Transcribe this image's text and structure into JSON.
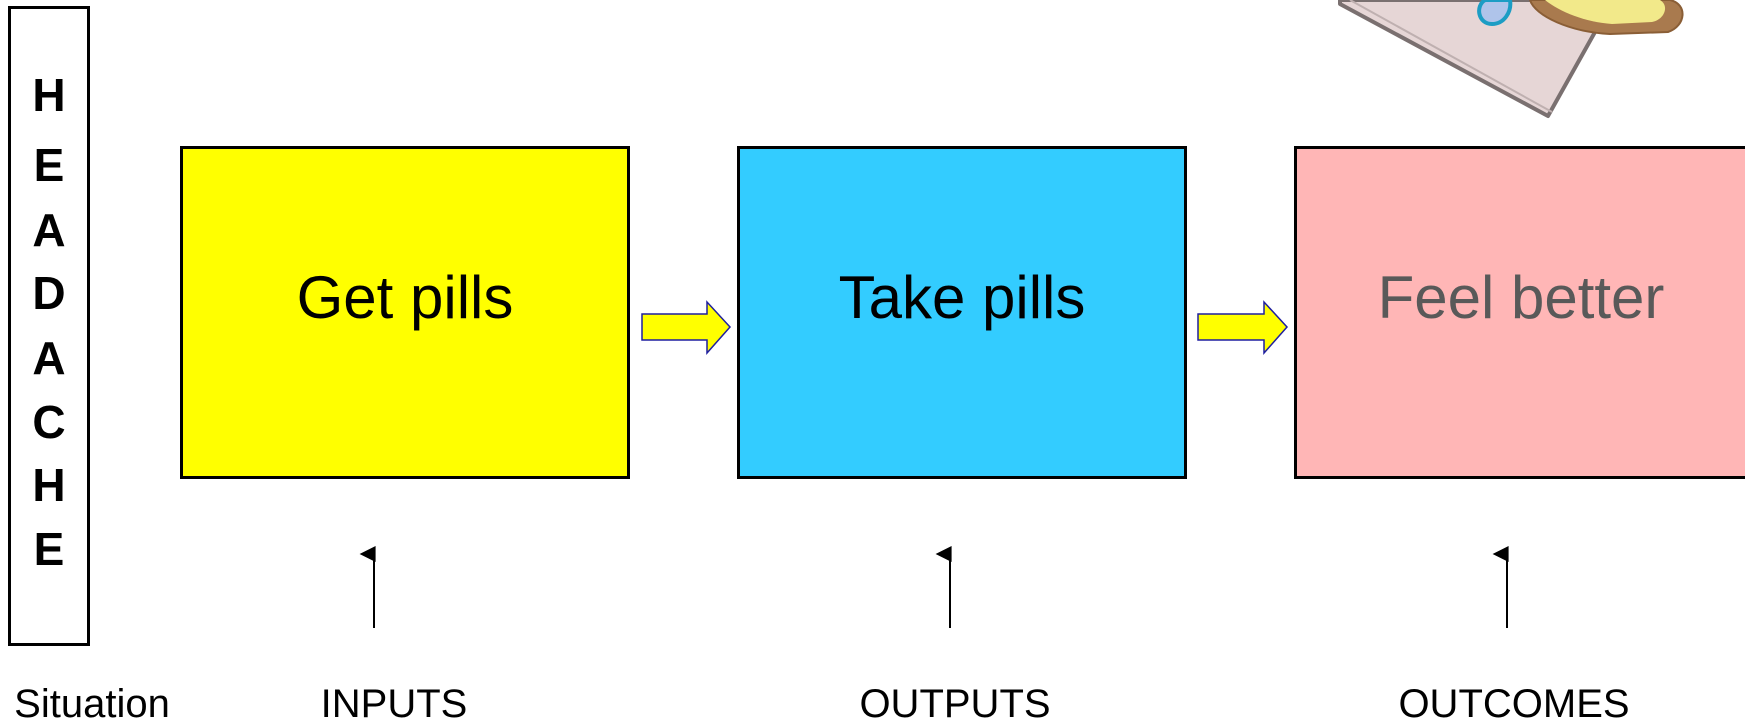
{
  "situation": {
    "letters": [
      "H",
      "E",
      "A",
      "D",
      "A",
      "C",
      "H",
      "E"
    ],
    "label": "Situation"
  },
  "stages": [
    {
      "label": "Get pills",
      "fill": "#FFFF00",
      "text_color": "#000000"
    },
    {
      "label": "Take pills",
      "fill": "#33CCFF",
      "text_color": "#000000"
    },
    {
      "label": "Feel better",
      "fill": "#FFB6B6",
      "text_color": "#595959"
    }
  ],
  "columns": {
    "inputs": "INPUTS",
    "outputs": "OUTPUTS",
    "outcomes": "OUTCOMES"
  },
  "colors": {
    "arrow_fill": "#FFFF00",
    "arrow_stroke": "#1F1FA0"
  },
  "illustration": {
    "icon": "clipboard-icon"
  }
}
